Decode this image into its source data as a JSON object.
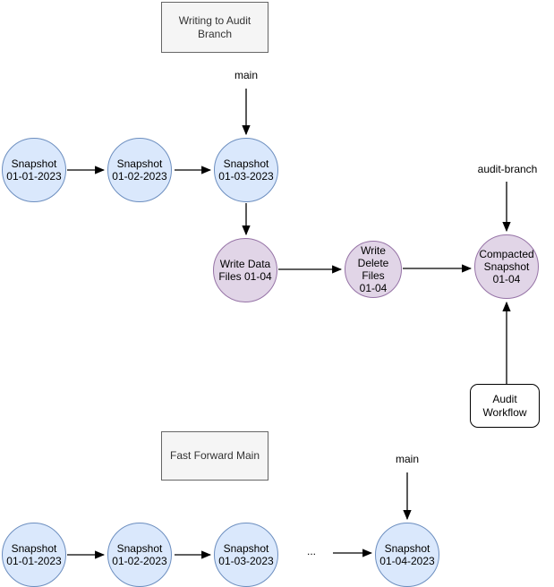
{
  "colors": {
    "snapshot_fill": "#dae8fc",
    "snapshot_stroke": "#6c8ebf",
    "write_fill": "#e1d5e7",
    "write_stroke": "#9673a6",
    "section_fill": "#f5f5f5",
    "section_stroke": "#666666",
    "workflow_fill": "#ffffff",
    "workflow_stroke": "#000000"
  },
  "writing_section": {
    "title": "Writing to Audit Branch",
    "main_label": "main",
    "audit_branch_label": "audit-branch",
    "audit_workflow_label": "Audit\nWorkflow",
    "snapshots": [
      "Snapshot\n01-01-2023",
      "Snapshot\n01-02-2023",
      "Snapshot\n01-03-2023"
    ],
    "audit_nodes": [
      "Write Data\nFiles 01-04",
      "Write\nDelete Files\n01-04",
      "Compacted\nSnapshot\n01-04"
    ]
  },
  "fast_forward_section": {
    "title": "Fast Forward Main",
    "main_label": "main",
    "ellipsis": "...",
    "snapshots": [
      "Snapshot\n01-01-2023",
      "Snapshot\n01-02-2023",
      "Snapshot\n01-03-2023",
      "Snapshot\n01-04-2023"
    ]
  }
}
